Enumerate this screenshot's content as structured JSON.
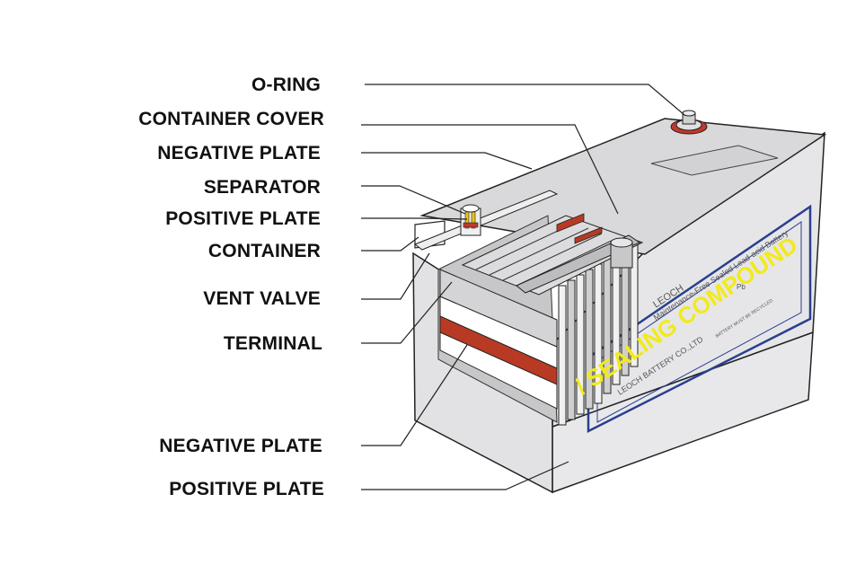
{
  "labels": {
    "o_ring": "O-RING",
    "container_cover": "CONTAINER COVER",
    "negative_plate_top": "NEGATIVE PLATE",
    "separator": "SEPARATOR",
    "positive_plate_top": "POSITIVE PLATE",
    "container": "CONTAINER",
    "vent_valve": "VENT VALVE",
    "terminal": "TERMINAL",
    "negative_plate_bottom": "NEGATIVE PLATE",
    "positive_plate_bottom": "POSITIVE PLATE"
  },
  "overlay_text": "/ SEALING COMPOUND",
  "battery_label": {
    "brand": "LEOCH",
    "line1": "Maintenance-Free Sealed Lead-acid Battery",
    "company": "LEOCH BATTERY CO.,LTD",
    "symbol": "Pb",
    "recycle_note": "BATTERY MUST BE RECYCLED"
  },
  "colors": {
    "overlay_yellow": "#f2ea1a",
    "plate_red": "#b83a24",
    "label_blue": "#2a3f8f",
    "battery_grey": "#e4e4e6"
  }
}
